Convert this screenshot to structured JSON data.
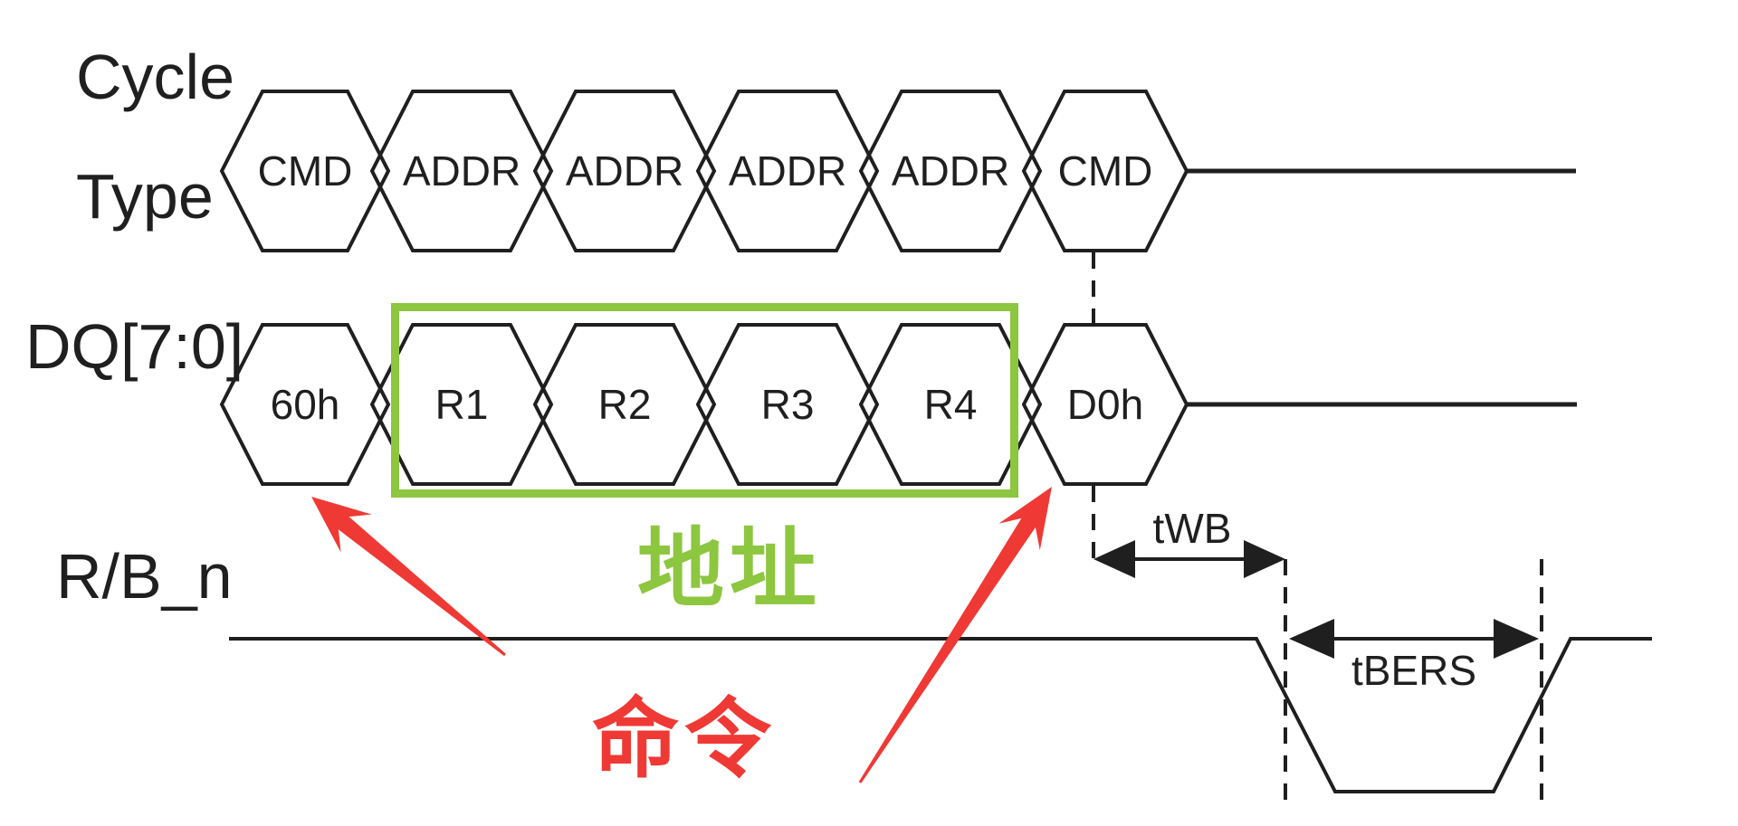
{
  "diagram": {
    "title_semantic": "NAND flash block erase command timing diagram",
    "row_labels": {
      "cycle_line1": "Cycle",
      "cycle_line2": "Type",
      "dq": "DQ[7:0]",
      "rbn": "R/B_n"
    },
    "cycle_type_row": {
      "cells": [
        "CMD",
        "ADDR",
        "ADDR",
        "ADDR",
        "ADDR",
        "CMD"
      ]
    },
    "dq_row": {
      "cells": [
        "60h",
        "R1",
        "R2",
        "R3",
        "R4",
        "D0h"
      ]
    },
    "annotations": {
      "twb": "tWB",
      "tbers": "tBERS",
      "address_cn": "地址",
      "command_cn": "命令"
    },
    "colors": {
      "highlight_green": "#8DC63F",
      "annotation_red": "#EF3935",
      "line_black": "#1F1F1F"
    }
  }
}
